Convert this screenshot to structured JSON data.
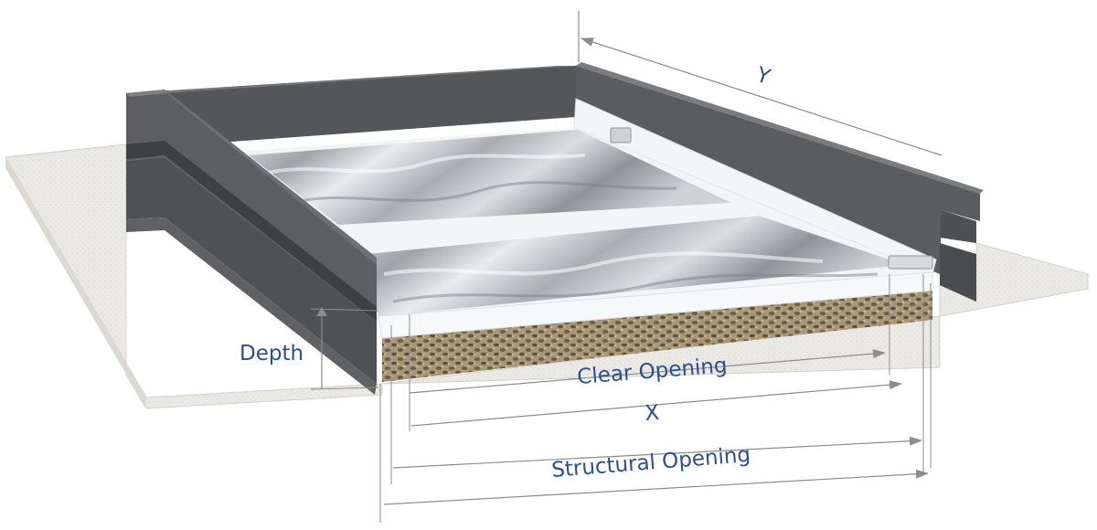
{
  "labels": {
    "y": "Y",
    "x": "X",
    "depth": "Depth",
    "clear_opening": "Clear Opening",
    "structural_opening": "Structural Opening"
  },
  "colors": {
    "frame_dark": "#545659",
    "frame_light": "#6a6c70",
    "deck": "#eceae6",
    "insulation_core": "#9b8a6a",
    "foil": "#c9ccd0",
    "label_text": "#2d4f8e",
    "dimension_line": "#8c8c8c"
  }
}
